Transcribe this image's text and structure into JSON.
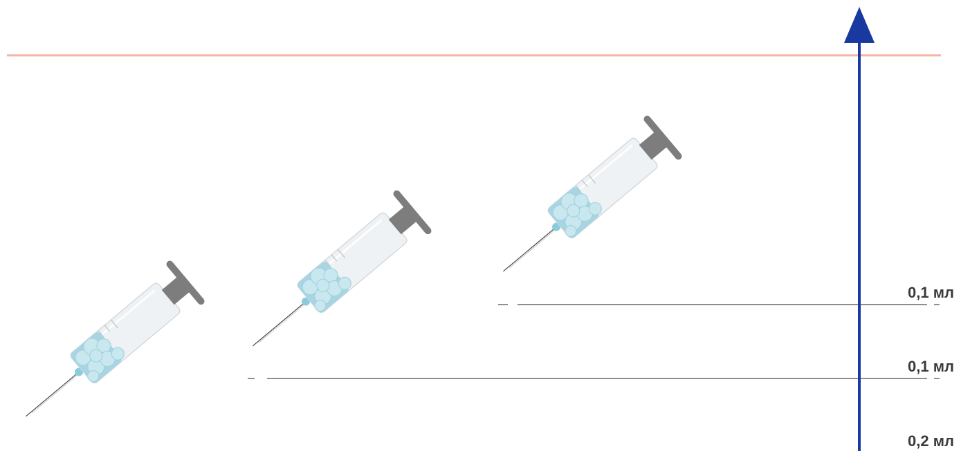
{
  "diagram": {
    "colors": {
      "top_line": "#efb6a0",
      "arrow": "#1a39a0",
      "level_line": "#8f8f8f",
      "label": "#3a3a3a",
      "syringe_body": "#eef2f4",
      "syringe_outline": "#d3dadf",
      "plunger": "#7d7d7d",
      "liquid": "#a9d5e2",
      "bubble": "#c8e7ef",
      "needle": "#444444"
    },
    "dose_labels": [
      {
        "text": "0,1 мл"
      },
      {
        "text": "0,1 мл"
      },
      {
        "text": "0,2 мл"
      }
    ],
    "syringes": [
      {
        "name": "syringe-1"
      },
      {
        "name": "syringe-2"
      },
      {
        "name": "syringe-3"
      }
    ],
    "icons": [
      "syringe-icon",
      "up-arrow-icon"
    ]
  }
}
